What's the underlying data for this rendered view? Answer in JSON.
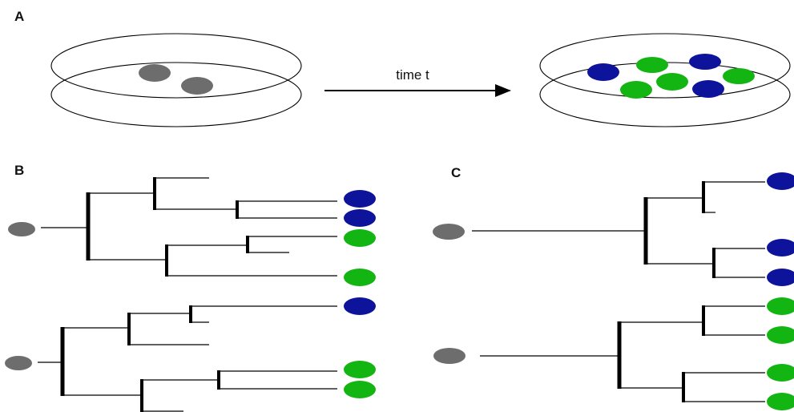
{
  "colors": {
    "ancestor": "#6d6d6d",
    "blue": "#0e139c",
    "green": "#12b512",
    "line": "#000000"
  },
  "panels": {
    "a": {
      "label": "A",
      "arrow_label": "time t"
    },
    "b": {
      "label": "B"
    },
    "c": {
      "label": "C"
    }
  }
}
